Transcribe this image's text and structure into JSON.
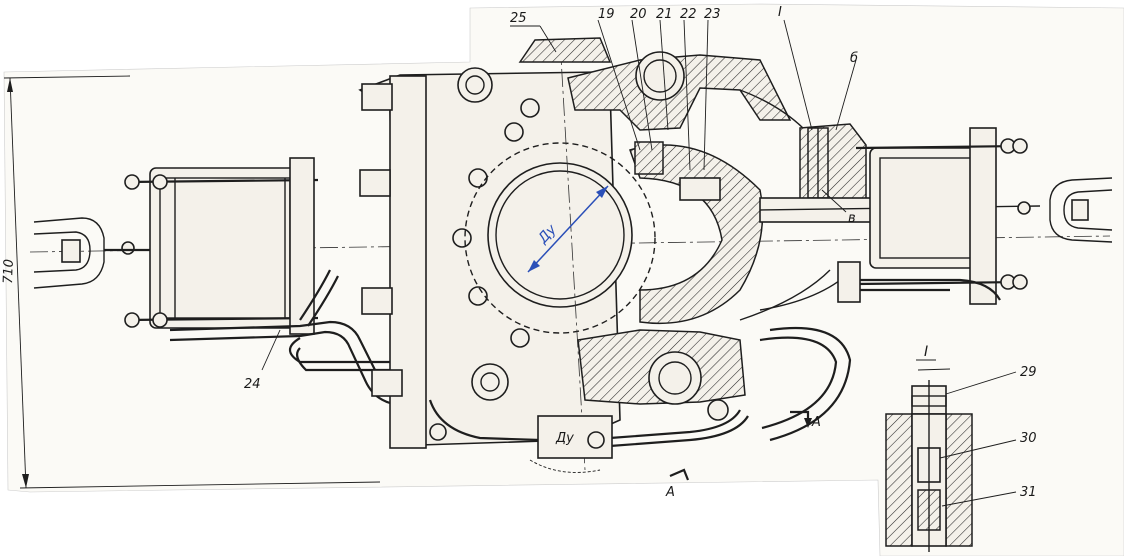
{
  "dimension": {
    "height_label": "710"
  },
  "callouts": {
    "c19": "19",
    "c20": "20",
    "c21": "21",
    "c22": "22",
    "c23": "23",
    "c25": "25",
    "c24": "24",
    "c29": "29",
    "c30": "30",
    "c31": "31",
    "cI": "I",
    "cB": "б",
    "cV": "в"
  },
  "annotations": {
    "du": "Ду",
    "handwritten_du": "Ду",
    "section_a_top": "А",
    "section_a_bottom": "А",
    "detail_title": "I"
  }
}
